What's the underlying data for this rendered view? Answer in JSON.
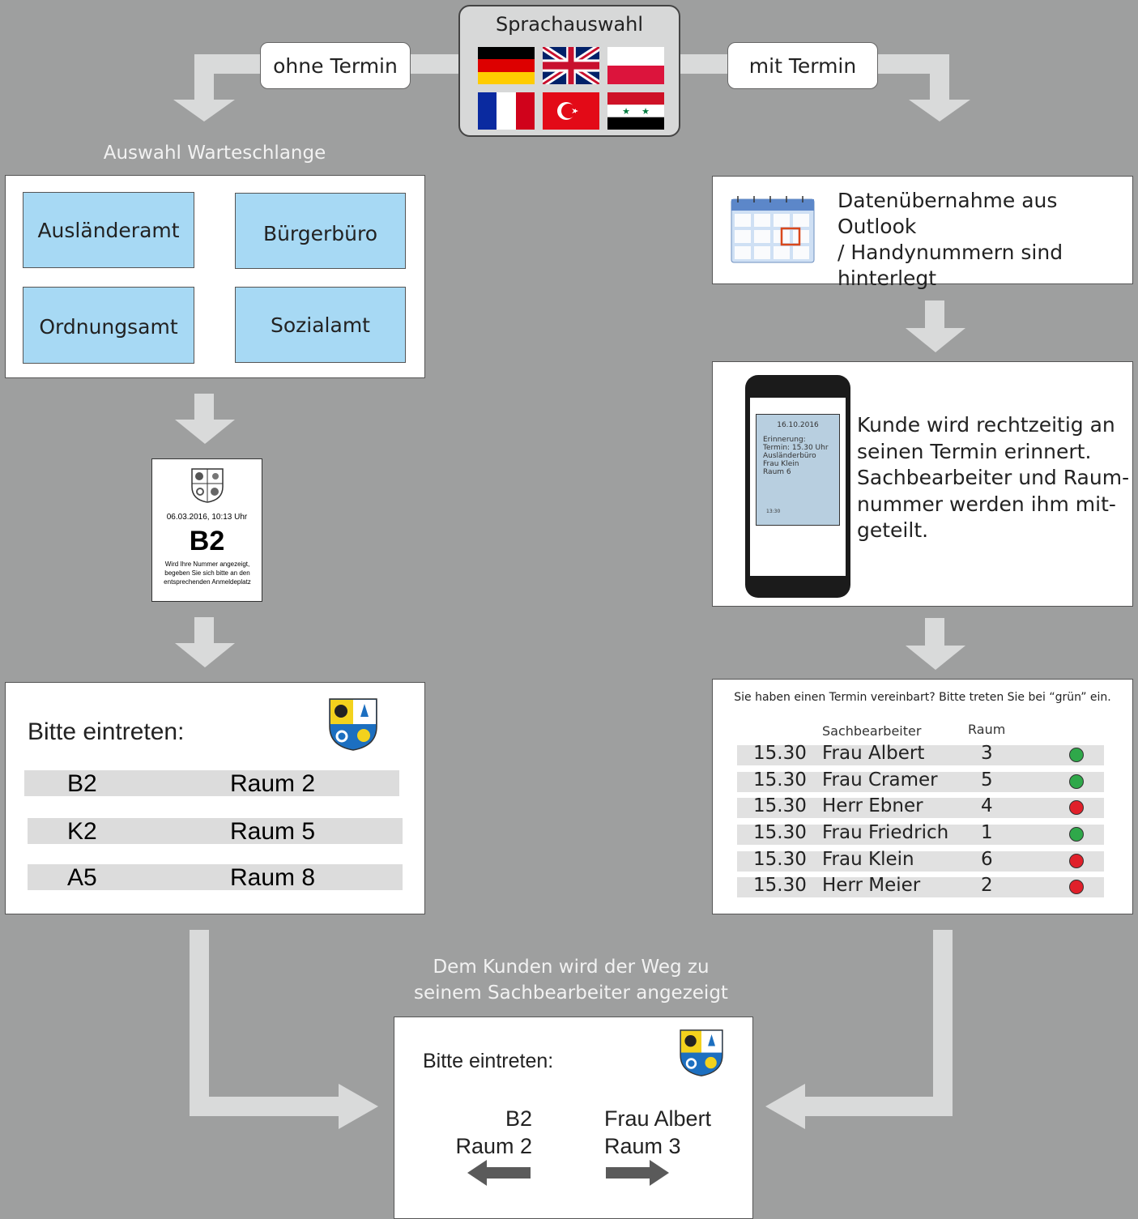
{
  "language": {
    "title": "Sprachauswahl",
    "flags": [
      "germany-flag",
      "uk-flag",
      "poland-flag",
      "france-flag",
      "turkey-flag",
      "syria-flag"
    ]
  },
  "left_path": {
    "label": "ohne Termin",
    "queue_caption": "Auswahl Warteschlange",
    "queues": [
      "Ausländeramt",
      "Bürgerbüro",
      "Ordnungsamt",
      "Sozialamt"
    ],
    "ticket": {
      "datetime": "06.03.2016, 10:13 Uhr",
      "number": "B2",
      "line1": "Wird Ihre Nummer angezeigt,",
      "line2": "begeben Sie sich bitte an den",
      "line3": "entsprechenden Anmeldeplatz"
    },
    "display": {
      "heading": "Bitte eintreten:",
      "rows": [
        {
          "ticket": "B2",
          "room": "Raum 2"
        },
        {
          "ticket": "K2",
          "room": "Raum 5"
        },
        {
          "ticket": "A5",
          "room": "Raum 8"
        }
      ]
    }
  },
  "right_path": {
    "label": "mit Termin",
    "outlook": {
      "line1": "Datenübernahme aus Outlook",
      "line2": "/ Handynummern sind",
      "line3": "hinterlegt"
    },
    "phone": {
      "date": "16.10.2016",
      "lines": [
        "Erinnerung:",
        "Termin: 15.30 Uhr",
        "Ausländerbüro",
        "Frau Klein",
        "Raum 6"
      ],
      "time": "13:30",
      "text_lines": [
        "Kunde wird rechtzeitig an",
        "seinen Termin erinnert.",
        "Sachbearbeiter und Raum-",
        "nummer werden ihm mit-",
        "geteilt."
      ]
    },
    "board": {
      "heading": "Sie haben einen Termin vereinbart? Bitte treten Sie bei “grün” ein.",
      "col_officer": "Sachbearbeiter",
      "col_room": "Raum",
      "rows": [
        {
          "time": "15.30",
          "name": "Frau Albert",
          "room": "3",
          "status": "green"
        },
        {
          "time": "15.30",
          "name": "Frau Cramer",
          "room": "5",
          "status": "green"
        },
        {
          "time": "15.30",
          "name": "Herr Ebner",
          "room": "4",
          "status": "red"
        },
        {
          "time": "15.30",
          "name": "Frau Friedrich",
          "room": "1",
          "status": "green"
        },
        {
          "time": "15.30",
          "name": "Frau Klein",
          "room": "6",
          "status": "red"
        },
        {
          "time": "15.30",
          "name": "Herr Meier",
          "room": "2",
          "status": "red"
        }
      ]
    }
  },
  "bottom": {
    "caption1": "Dem Kunden wird der Weg zu",
    "caption2": "seinem Sachbearbeiter angezeigt",
    "heading": "Bitte eintreten:",
    "left_line1": "B2",
    "left_line2": "Raum 2",
    "right_line1": "Frau Albert",
    "right_line2": "Raum 3"
  },
  "colors": {
    "background": "#9e9f9f",
    "arrow": "#d9dada",
    "queue_button": "#a7d9f4",
    "status_green": "#2fa84a",
    "status_red": "#e0202a",
    "direction_arrow": "#5a5a5a"
  }
}
